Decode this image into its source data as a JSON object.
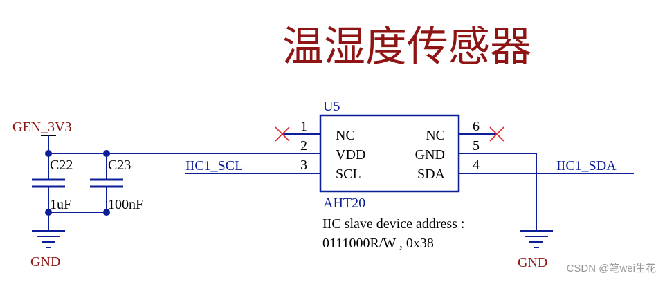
{
  "title": "温湿度传感器",
  "power": {
    "net": "GEN_3V3"
  },
  "capacitors": [
    {
      "ref": "C22",
      "value": "1uF"
    },
    {
      "ref": "C23",
      "value": "100nF"
    }
  ],
  "ground_labels": {
    "left": "GND",
    "right": "GND"
  },
  "chip": {
    "ref": "U5",
    "part": "AHT20",
    "left_pins": [
      {
        "num": "1",
        "name": "NC"
      },
      {
        "num": "2",
        "name": "VDD"
      },
      {
        "num": "3",
        "name": "SCL"
      }
    ],
    "right_pins": [
      {
        "num": "6",
        "name": "NC"
      },
      {
        "num": "5",
        "name": "GND"
      },
      {
        "num": "4",
        "name": "SDA"
      }
    ],
    "note_line1": "IIC slave device address :",
    "note_line2": "0111000R/W , 0x38"
  },
  "nets": {
    "scl": "IIC1_SCL",
    "sda": "IIC1_SDA"
  },
  "watermark": "CSDN @笔wei生花",
  "colors": {
    "wire": "#0c1f98",
    "label": "#8f1414",
    "dark": "#000000",
    "nc_mark": "#e0262a"
  }
}
